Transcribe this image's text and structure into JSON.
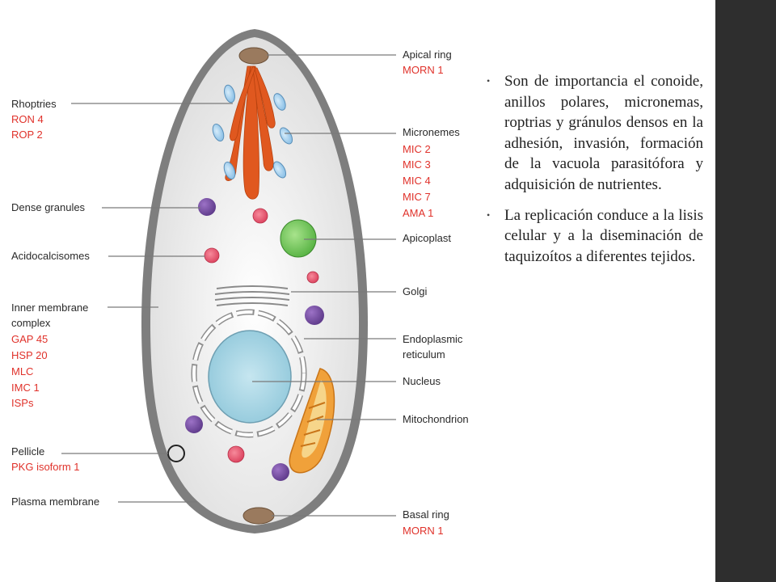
{
  "colors": {
    "sidebar": "#2e2e2e",
    "label_red": "#e0322b",
    "rhoptry": "#e0581f",
    "microneme": "#a9d3f0",
    "dense_granule": "#7a4fa8",
    "acidocalcisome": "#f06079",
    "apicoplast": "#7ccf5e",
    "nucleus": "#acd8e6",
    "mitochondrion": "#f0a13a"
  },
  "labels_left": {
    "rhoptries": "Rhoptries",
    "ron4": "RON 4",
    "rop2": "ROP 2",
    "dense_granules": "Dense granules",
    "acidocalcisomes": "Acidocalcisomes",
    "imc_1": "Inner membrane",
    "imc_2": "complex",
    "gap45": "GAP 45",
    "hsp20": "HSP 20",
    "mlc": "MLC",
    "imc1": "IMC 1",
    "isps": "ISPs",
    "pellicle": "Pellicle",
    "pkg": "PKG isoform 1",
    "plasma_membrane": "Plasma membrane"
  },
  "labels_right": {
    "apical_ring": "Apical ring",
    "morn1_top": "MORN 1",
    "micronemes": "Micronemes",
    "mic2": "MIC 2",
    "mic3": "MIC 3",
    "mic4": "MIC  4",
    "mic7": "MIC 7",
    "ama1": "AMA 1",
    "apicoplast": "Apicoplast",
    "golgi": "Golgi",
    "er_1": "Endoplasmic",
    "er_2": "reticulum",
    "nucleus": "Nucleus",
    "mitochondrion": "Mitochondrion",
    "basal_ring": "Basal ring",
    "morn1_bottom": "MORN 1"
  },
  "bullets": [
    {
      "text": "Son de importancia el conoide, anillos polares, micronemas, roptrias y gránulos densos en la adhesión, invasión, formación de la vacuola parasitófora y adquisición de nutrientes."
    },
    {
      "text": "La replicación conduce a la lisis celular y a la diseminación de taquizoítos a diferentes tejidos."
    }
  ]
}
